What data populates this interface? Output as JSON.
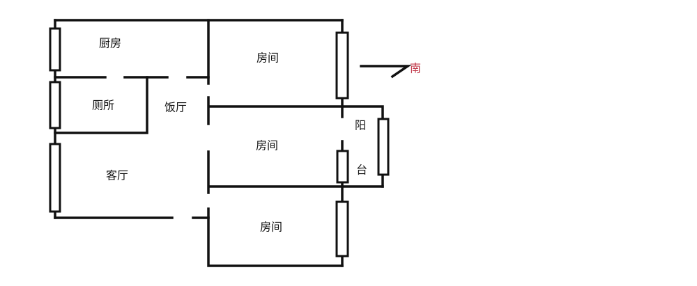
{
  "rooms": {
    "kitchen": "厨房",
    "toilet": "厕所",
    "dining": "饭厅",
    "living": "客厅",
    "bedroom_top": "房间",
    "bedroom_middle": "房间",
    "bedroom_bottom": "房间",
    "balcony_1": "阳",
    "balcony_2": "台"
  },
  "compass": {
    "label": "南",
    "color": "#c0394a"
  },
  "colors": {
    "wall": "#111111",
    "background": "#ffffff"
  }
}
